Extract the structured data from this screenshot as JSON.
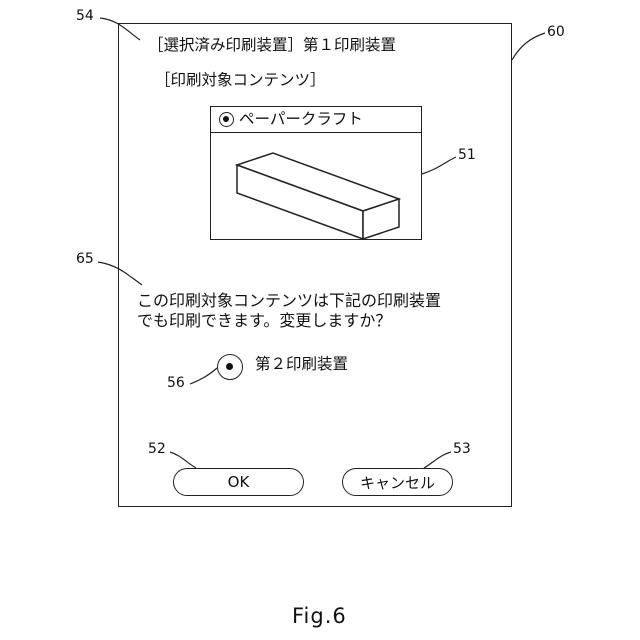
{
  "dialog": {
    "selected_printer_label": "［選択済み印刷装置］第１印刷装置",
    "content_label": "［印刷対象コンテンツ］",
    "content_option": "ペーパークラフト",
    "message_line1": "この印刷対象コンテンツは下記の印刷装置",
    "message_line2": "でも印刷できます。変更しますか？",
    "alt_printer_option": "第２印刷装置",
    "ok_label": "OK",
    "cancel_label": "キャンセル"
  },
  "references": {
    "r54": "54",
    "r60": "60",
    "r51": "51",
    "r65": "65",
    "r56": "56",
    "r52": "52",
    "r53": "53"
  },
  "caption": "Fig.6"
}
